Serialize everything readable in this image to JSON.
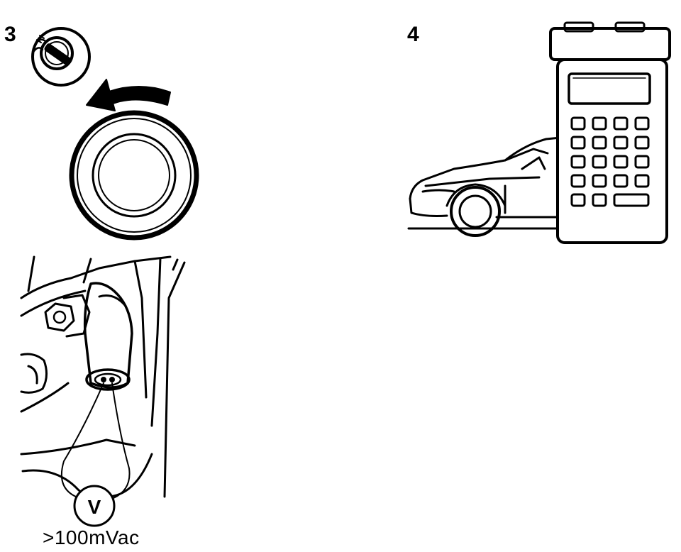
{
  "steps": [
    {
      "number": "3"
    },
    {
      "number": "4"
    }
  ],
  "meter": {
    "symbol": "V",
    "reading": ">100mVac"
  },
  "icons": [
    "ignition-key-icon",
    "rotate-arrow-icon",
    "crank-pulley-icon",
    "sensor-connector-icon",
    "voltmeter-icon",
    "car-icon",
    "diagnostic-tester-icon"
  ],
  "colors": {
    "ink": "#000000",
    "paper": "#ffffff"
  }
}
